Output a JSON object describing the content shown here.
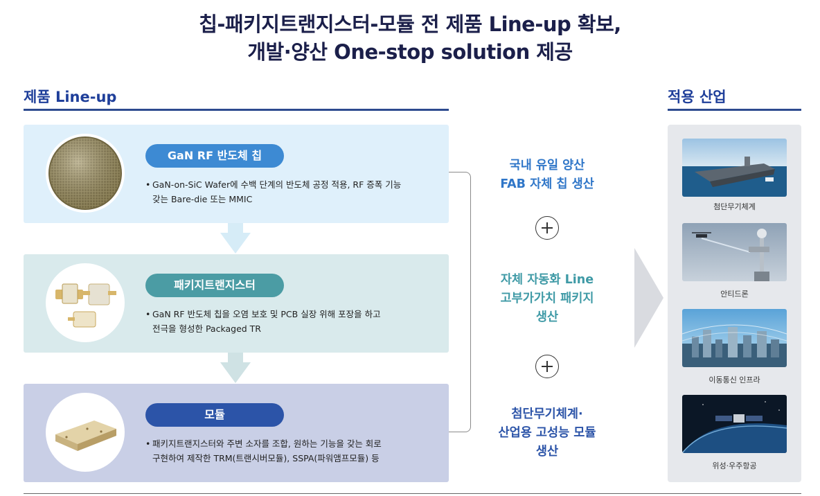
{
  "title": {
    "line1": "칩-패키지트랜지스터-모듈 전 제품 Line-up 확보,",
    "line2": "개발·양산 One-stop solution 제공"
  },
  "left_section": {
    "heading": "제품 Line-up"
  },
  "right_section": {
    "heading": "적용 산업"
  },
  "products": [
    {
      "label": "GaN RF 반도체 칩",
      "desc_line1": "GaN-on-SiC Wafer에 수백 단계의 반도체 공정 적용, RF 증폭 기능",
      "desc_line2": "갖는 Bare-die 또는 MMIC"
    },
    {
      "label": "패키지트랜지스터",
      "desc_line1": "GaN RF 반도체 칩을 오염 보호 및 PCB 실장 위해 포장을 하고",
      "desc_line2": "전극을 형성한 Packaged TR"
    },
    {
      "label": "모듈",
      "desc_line1": "패키지트랜지스터와 주변 소자를 조합, 원하는 기능을 갖는 회로",
      "desc_line2": "구현하여 제작한 TRM(트랜시버모듈), SSPA(파워앰프모듈) 등"
    }
  ],
  "bullet": "•",
  "features": [
    {
      "line1": "국내 유일 양산",
      "line2": "FAB 자체 칩 생산",
      "line3": ""
    },
    {
      "line1": "자체 자동화 Line",
      "line2": "고부가가치 패키지",
      "line3": "생산"
    },
    {
      "line1": "첨단무기체계·",
      "line2": "산업용 고성능 모듈",
      "line3": "생산"
    }
  ],
  "industries": [
    {
      "caption": "첨단무기체계"
    },
    {
      "caption": "안티드론"
    },
    {
      "caption": "이동통신 인프라"
    },
    {
      "caption": "위성·우주항공"
    }
  ],
  "colors": {
    "title": "#1b1f4a",
    "accent_blue": "#1f3f9a",
    "chip_panel": "#dff0fb",
    "package_panel": "#d9eaec",
    "module_panel": "#c9cfe6",
    "chip_pill": "#3d8ad3",
    "package_pill": "#4b9ca4",
    "module_pill": "#2c54a8"
  }
}
